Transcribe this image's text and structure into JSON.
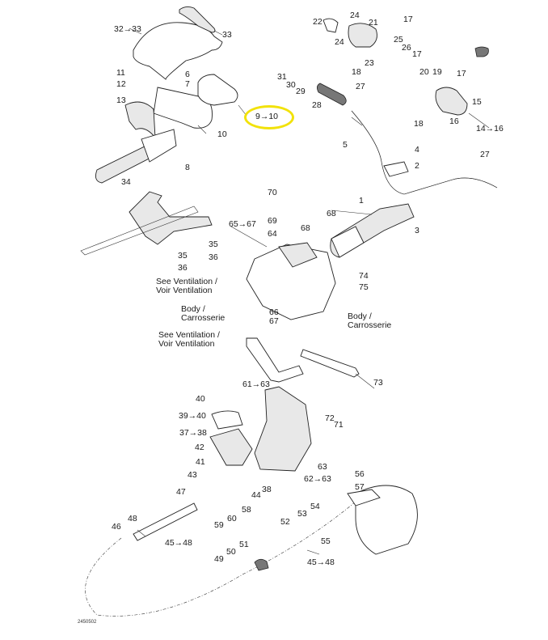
{
  "diagram": {
    "type": "exploded-parts-diagram",
    "subject": "Steering system / handlebar assembly",
    "drawing_code": "2450502",
    "highlight": {
      "label": "9→10",
      "color": "#f2e20a"
    },
    "callouts": [
      {
        "id": "c1",
        "text": "1"
      },
      {
        "id": "c2",
        "text": "2"
      },
      {
        "id": "c3",
        "text": "3"
      },
      {
        "id": "c4",
        "text": "4"
      },
      {
        "id": "c5",
        "text": "5"
      },
      {
        "id": "c6",
        "text": "6"
      },
      {
        "id": "c7",
        "text": "7"
      },
      {
        "id": "c8",
        "text": "8"
      },
      {
        "id": "c9_10",
        "text": "9→10"
      },
      {
        "id": "c10",
        "text": "10"
      },
      {
        "id": "c11",
        "text": "11"
      },
      {
        "id": "c12",
        "text": "12"
      },
      {
        "id": "c13",
        "text": "13"
      },
      {
        "id": "c14_16",
        "text": "14→16"
      },
      {
        "id": "c15",
        "text": "15"
      },
      {
        "id": "c16",
        "text": "16"
      },
      {
        "id": "c17a",
        "text": "17"
      },
      {
        "id": "c17b",
        "text": "17"
      },
      {
        "id": "c17c",
        "text": "17"
      },
      {
        "id": "c18a",
        "text": "18"
      },
      {
        "id": "c18b",
        "text": "18"
      },
      {
        "id": "c19",
        "text": "19"
      },
      {
        "id": "c20",
        "text": "20"
      },
      {
        "id": "c21",
        "text": "21"
      },
      {
        "id": "c22",
        "text": "22"
      },
      {
        "id": "c23",
        "text": "23"
      },
      {
        "id": "c24a",
        "text": "24"
      },
      {
        "id": "c24b",
        "text": "24"
      },
      {
        "id": "c25",
        "text": "25"
      },
      {
        "id": "c26",
        "text": "26"
      },
      {
        "id": "c27a",
        "text": "27"
      },
      {
        "id": "c27b",
        "text": "27"
      },
      {
        "id": "c28",
        "text": "28"
      },
      {
        "id": "c29",
        "text": "29"
      },
      {
        "id": "c30",
        "text": "30"
      },
      {
        "id": "c31",
        "text": "31"
      },
      {
        "id": "c32_33",
        "text": "32→33"
      },
      {
        "id": "c33",
        "text": "33"
      },
      {
        "id": "c34",
        "text": "34"
      },
      {
        "id": "c35a",
        "text": "35"
      },
      {
        "id": "c35b",
        "text": "35"
      },
      {
        "id": "c36a",
        "text": "36"
      },
      {
        "id": "c36b",
        "text": "36"
      },
      {
        "id": "c37_38",
        "text": "37→38"
      },
      {
        "id": "c38",
        "text": "38"
      },
      {
        "id": "c39_40",
        "text": "39→40"
      },
      {
        "id": "c40",
        "text": "40"
      },
      {
        "id": "c41",
        "text": "41"
      },
      {
        "id": "c42",
        "text": "42"
      },
      {
        "id": "c43",
        "text": "43"
      },
      {
        "id": "c44",
        "text": "44"
      },
      {
        "id": "c45_48a",
        "text": "45→48"
      },
      {
        "id": "c45_48b",
        "text": "45→48"
      },
      {
        "id": "c46",
        "text": "46"
      },
      {
        "id": "c47",
        "text": "47"
      },
      {
        "id": "c48",
        "text": "48"
      },
      {
        "id": "c49",
        "text": "49"
      },
      {
        "id": "c50",
        "text": "50"
      },
      {
        "id": "c51",
        "text": "51"
      },
      {
        "id": "c52",
        "text": "52"
      },
      {
        "id": "c53",
        "text": "53"
      },
      {
        "id": "c54",
        "text": "54"
      },
      {
        "id": "c55",
        "text": "55"
      },
      {
        "id": "c56",
        "text": "56"
      },
      {
        "id": "c57",
        "text": "57"
      },
      {
        "id": "c58",
        "text": "58"
      },
      {
        "id": "c59",
        "text": "59"
      },
      {
        "id": "c60",
        "text": "60"
      },
      {
        "id": "c61_63",
        "text": "61→63"
      },
      {
        "id": "c62_63",
        "text": "62→63"
      },
      {
        "id": "c63",
        "text": "63"
      },
      {
        "id": "c64",
        "text": "64"
      },
      {
        "id": "c65_67",
        "text": "65→67"
      },
      {
        "id": "c66",
        "text": "66"
      },
      {
        "id": "c67",
        "text": "67"
      },
      {
        "id": "c68a",
        "text": "68"
      },
      {
        "id": "c68b",
        "text": "68"
      },
      {
        "id": "c69",
        "text": "69"
      },
      {
        "id": "c70",
        "text": "70"
      },
      {
        "id": "c71",
        "text": "71"
      },
      {
        "id": "c72",
        "text": "72"
      },
      {
        "id": "c73",
        "text": "73"
      },
      {
        "id": "c74",
        "text": "74"
      },
      {
        "id": "c75",
        "text": "75"
      }
    ],
    "notes": {
      "see_ventilation_1": [
        "See Ventilation /",
        "Voir Ventilation"
      ],
      "see_ventilation_2": [
        "See Ventilation /",
        "Voir Ventilation"
      ],
      "body_left": [
        "Body /",
        "Carrosserie"
      ],
      "body_right": [
        "Body /",
        "Carrosserie"
      ]
    }
  }
}
